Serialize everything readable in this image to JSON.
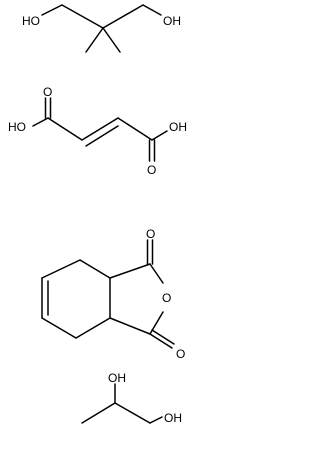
{
  "molecules": [
    {
      "labels": [
        "HO",
        "OH"
      ]
    },
    {
      "labels": [
        "O",
        "HO",
        "OH",
        "O"
      ]
    },
    {
      "labels": [
        "O",
        "O",
        "O"
      ]
    },
    {
      "labels": [
        "OH",
        "OH"
      ]
    }
  ]
}
